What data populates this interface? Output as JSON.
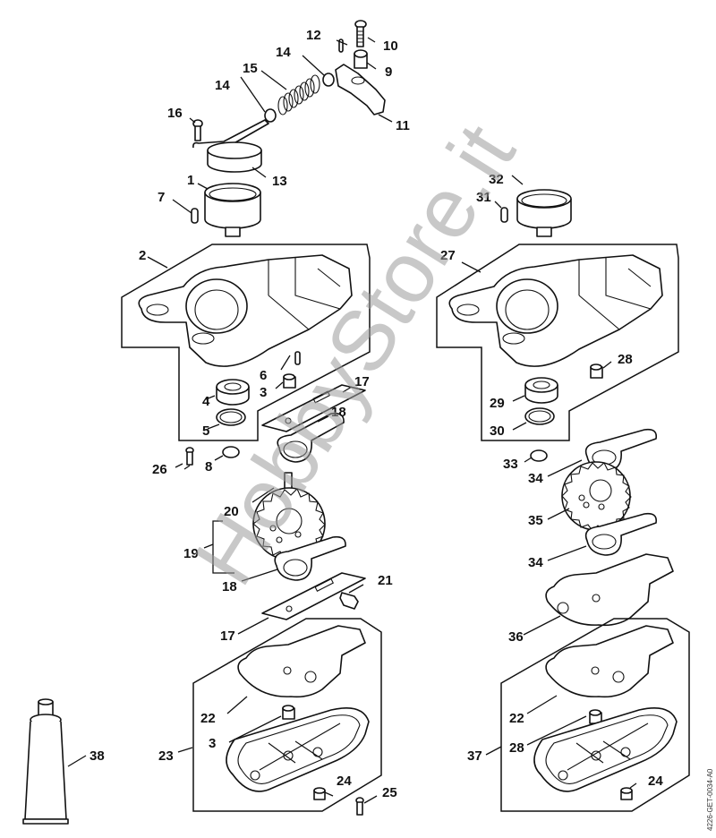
{
  "diagram": {
    "type": "exploded-parts-diagram",
    "reference_code": "4226-GET-0034-A0",
    "watermark": "HobbyStore.it",
    "colors": {
      "line": "#111111",
      "background": "#ffffff",
      "watermark": "#9a9a9a"
    }
  },
  "callouts": {
    "c1": "1",
    "c2": "2",
    "c3a": "3",
    "c3b": "3",
    "c4": "4",
    "c5": "5",
    "c6": "6",
    "c7": "7",
    "c8": "8",
    "c9": "9",
    "c10": "10",
    "c11": "11",
    "c12": "12",
    "c13": "13",
    "c14a": "14",
    "c14b": "14",
    "c15": "15",
    "c16": "16",
    "c17a": "17",
    "c17b": "17",
    "c18a": "18",
    "c18b": "18",
    "c19": "19",
    "c20": "20",
    "c21": "21",
    "c22a": "22",
    "c22b": "22",
    "c23": "23",
    "c24a": "24",
    "c24b": "24",
    "c25": "25",
    "c26": "26",
    "c27": "27",
    "c28a": "28",
    "c28b": "28",
    "c29": "29",
    "c30": "30",
    "c31": "31",
    "c32": "32",
    "c33": "33",
    "c34a": "34",
    "c34b": "34",
    "c35": "35",
    "c36": "36",
    "c37": "37",
    "c38": "38"
  }
}
